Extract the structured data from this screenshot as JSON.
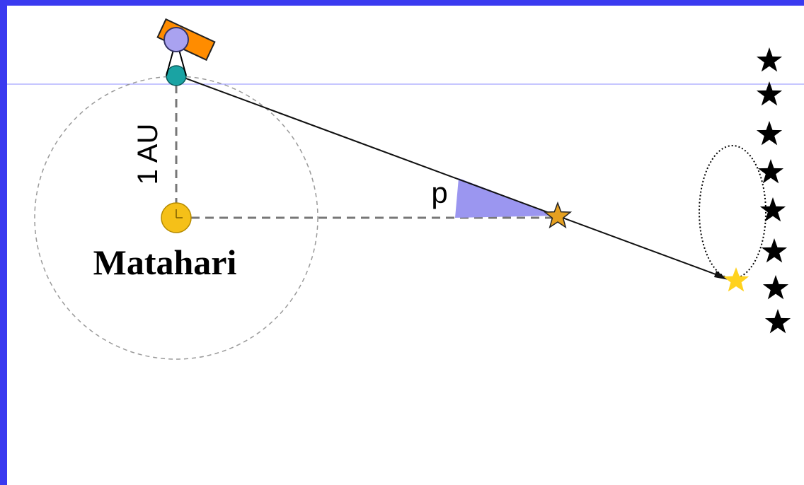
{
  "diagram": {
    "labels": {
      "distance_label": "1 AU",
      "angle_label": "p",
      "sun_label": "Matahari"
    },
    "colors": {
      "frame": "#3a3af0",
      "background": "#ffffff",
      "sun": "#f5c018",
      "earth": "#1aa3a3",
      "satellite_body": "#ff8c00",
      "satellite_dish": "#a9a2f0",
      "parallax_angle_fill": "#9b96f0",
      "near_star": "#e5a020",
      "projected_star": "#ffd21e",
      "background_stars": "#000000",
      "orbit": "#999999"
    },
    "background_star_count": 8
  }
}
